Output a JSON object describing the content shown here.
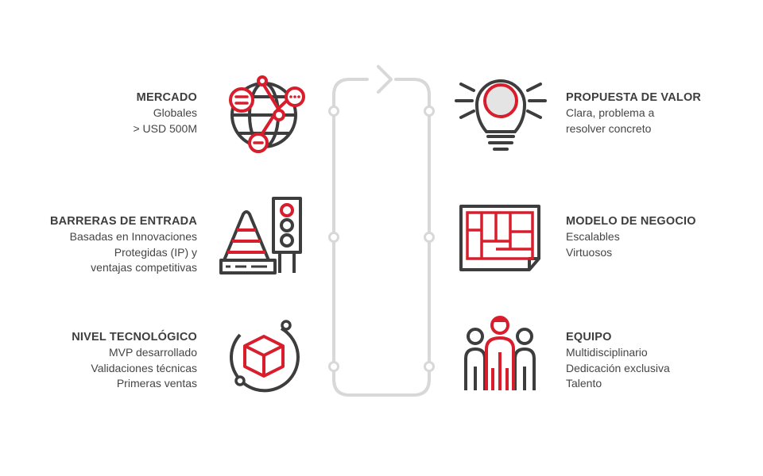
{
  "left": [
    {
      "title": "MERCADO",
      "lines": [
        "Globales",
        "> USD 500M"
      ],
      "icon": "globe-network-icon"
    },
    {
      "title": "BARRERAS DE ENTRADA",
      "lines": [
        "Basadas en Innovaciones",
        "Protegidas (IP) y",
        "ventajas competitivas"
      ],
      "icon": "cone-traffic-light-icon"
    },
    {
      "title": "NIVEL TECNOLÓGICO",
      "lines": [
        "MVP desarrollado",
        "Validaciones técnicas",
        "Primeras ventas"
      ],
      "icon": "cube-orbit-icon"
    }
  ],
  "right": [
    {
      "title": "PROPUESTA DE VALOR",
      "lines": [
        "Clara, problema a",
        "resolver concreto"
      ],
      "icon": "lightbulb-icon"
    },
    {
      "title": "MODELO DE NEGOCIO",
      "lines": [
        "Escalables",
        "Virtuosos"
      ],
      "icon": "blueprint-icon"
    },
    {
      "title": "EQUIPO",
      "lines": [
        "Multidisciplinario",
        "Dedicación exclusiva",
        "Talento"
      ],
      "icon": "team-icon"
    }
  ],
  "colors": {
    "accent": "#d81e2c",
    "dark": "#3d3d3d",
    "connector": "#d8d8d8"
  }
}
